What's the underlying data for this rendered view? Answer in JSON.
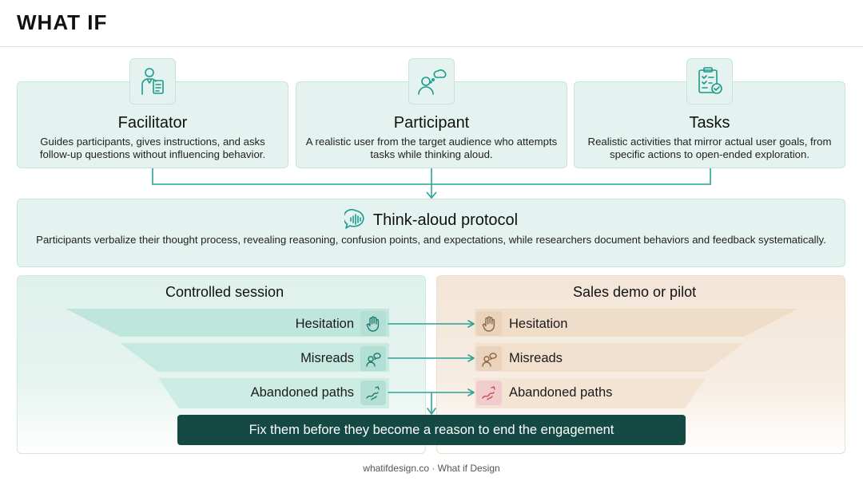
{
  "brand": "WHAT IF",
  "cards": [
    {
      "title": "Facilitator",
      "description": "Guides participants, gives instructions, and asks follow-up questions without influencing behavior.",
      "icon": "facilitator-icon"
    },
    {
      "title": "Participant",
      "description": "A realistic user from the target audience who attempts tasks while thinking aloud.",
      "icon": "participant-thinking-icon"
    },
    {
      "title": "Tasks",
      "description": "Realistic activities that mirror actual user goals, from specific actions to open-ended exploration.",
      "icon": "task-checklist-icon"
    }
  ],
  "protocol": {
    "title": "Think-aloud protocol",
    "description": "Participants verbalize their thought process, revealing reasoning, confusion points, and expectations, while researchers document behaviors and feedback systematically.",
    "icon": "speech-waveform-icon"
  },
  "funnels": {
    "left": {
      "title": "Controlled session",
      "items": [
        "Hesitation",
        "Misreads",
        "Abandoned paths"
      ]
    },
    "right": {
      "title": "Sales demo or pilot",
      "items": [
        "Hesitation",
        "Misreads",
        "Abandoned paths"
      ]
    },
    "icons": [
      "hand-stop-icon",
      "person-speech-icon",
      "winding-path-icon"
    ]
  },
  "cta": "Fix them before they become a reason to end the engagement",
  "footer": "whatifdesign.co · What if Design",
  "colors": {
    "teal_bg": "#e4f3ef",
    "teal_accent": "#1a9a8c",
    "dark_teal": "#154a44",
    "tan_bg": "#f3e6d8",
    "alert_red": "#c84a4a"
  }
}
